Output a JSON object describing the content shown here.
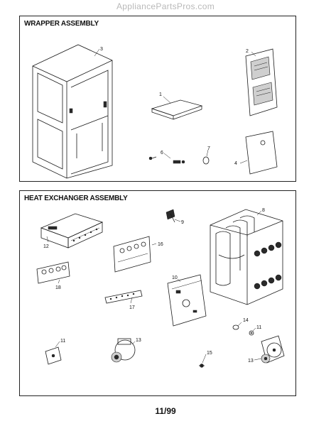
{
  "watermark": "AppliancePartsPros.com",
  "footer": {
    "page_code": "11/99"
  },
  "wrapper": {
    "title": "WRAPPER ASSEMBLY",
    "callouts": [
      "3",
      "2",
      "1",
      "6",
      "7",
      "4"
    ]
  },
  "heat_exchanger": {
    "title": "HEAT EXCHANGER ASSEMBLY",
    "callouts": [
      "9",
      "8",
      "12",
      "16",
      "18",
      "17",
      "10",
      "14",
      "11",
      "11",
      "13",
      "15",
      "13"
    ]
  }
}
